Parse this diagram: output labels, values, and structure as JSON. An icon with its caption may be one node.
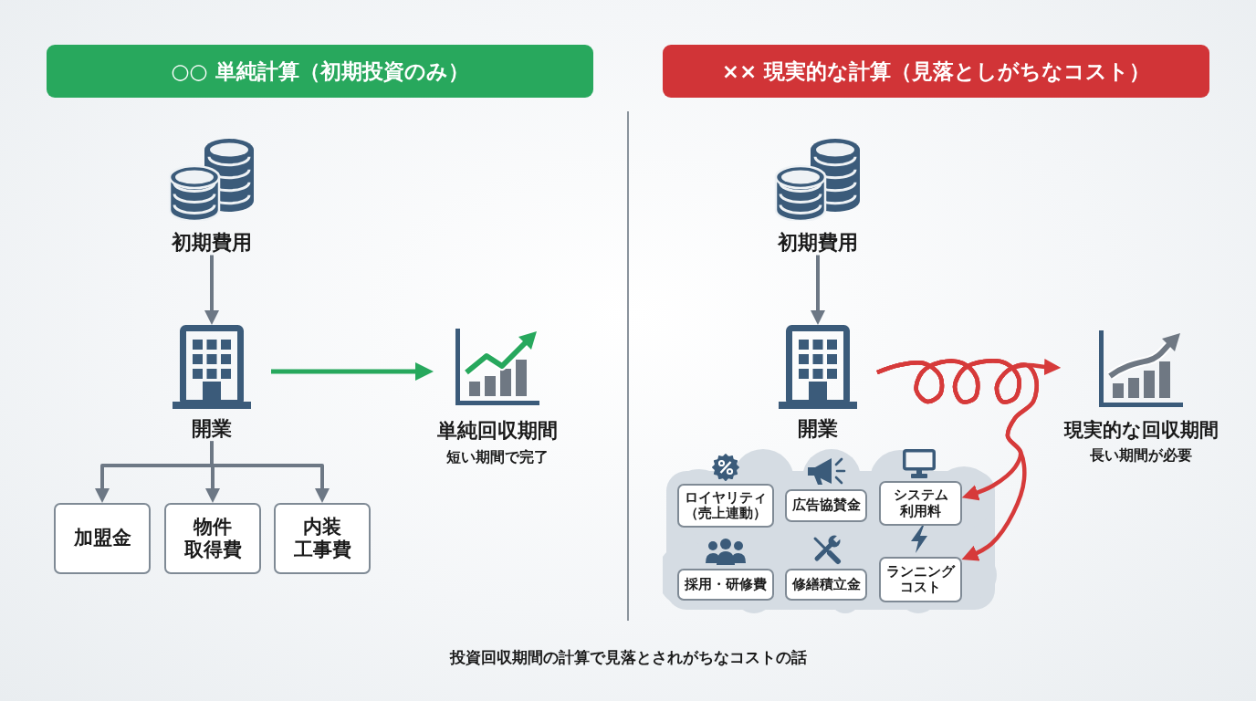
{
  "diagram": {
    "caption": "投資回収期間の計算で見落とされがちなコストの話",
    "nodes": [
      {
        "text": [
          "○○ 単純計算（初期投資のみ）"
        ]
      },
      {
        "text": [
          "初期費用"
        ]
      },
      {
        "text": [
          "開業"
        ]
      },
      {
        "text": [
          "単純回収期間",
          "短い期間で完了"
        ]
      },
      {
        "text": [
          "加盟金"
        ]
      },
      {
        "text": [
          "物件取得費"
        ]
      },
      {
        "text": [
          "内装工事費"
        ]
      },
      {
        "text": [
          "×× 現実的な計算（見落としがちなコスト）"
        ]
      },
      {
        "text": [
          "初期費用"
        ]
      },
      {
        "text": [
          "開業"
        ]
      },
      {
        "text": [
          "現実的な回収期間",
          "長い期間が必要"
        ]
      },
      {
        "text": [],
        "shape": "cloud"
      },
      {
        "text": [
          "ロイヤリティ（売上連動）"
        ],
        "in": 11
      },
      {
        "text": [
          "広告協賛金"
        ],
        "in": 11
      },
      {
        "text": [
          "システム利用料"
        ],
        "in": 11
      },
      {
        "text": [
          "採用・研修費"
        ],
        "in": 11
      },
      {
        "text": [
          "修繕積立金"
        ],
        "in": 11
      },
      {
        "text": [
          "ランニングコスト"
        ],
        "in": 11
      }
    ],
    "edges": [
      {
        "from": 1,
        "to": 2,
        "arrow": "to"
      },
      {
        "from": 2,
        "to": 4,
        "arrow": "to"
      },
      {
        "from": 2,
        "to": 5,
        "arrow": "to"
      },
      {
        "from": 2,
        "to": 6,
        "arrow": "to"
      },
      {
        "from": 2,
        "to": 3,
        "arrow": "to",
        "color": "#27a85d"
      },
      {
        "from": 8,
        "to": 9,
        "arrow": "to"
      },
      {
        "from": 9,
        "to": 10,
        "arrow": "to",
        "color": "#d63a3a"
      },
      {
        "from": 9,
        "to": 14,
        "arrow": "to",
        "color": "#d63a3a"
      },
      {
        "from": 9,
        "to": 17,
        "arrow": "to",
        "color": "#d63a3a"
      }
    ]
  }
}
